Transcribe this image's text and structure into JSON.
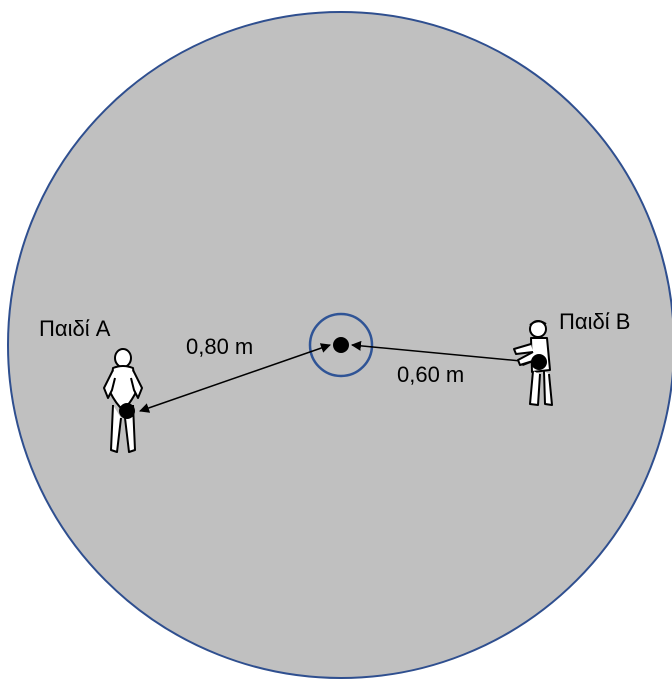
{
  "labels": {
    "child_a": "Παιδί A",
    "child_b": "Παιδί B",
    "distance_a": "0,80 m",
    "distance_b": "0,60 m"
  },
  "colors": {
    "disk_fill": "#c0c0c0",
    "disk_stroke": "#2f4f8f",
    "center_ring_stroke": "#2f5496",
    "ink": "#000000",
    "figure_fill": "#ffffff"
  },
  "icons": {
    "child_a": "child-standing-front-icon",
    "child_b": "child-standing-side-icon",
    "center_mass": "center-ball-icon"
  }
}
